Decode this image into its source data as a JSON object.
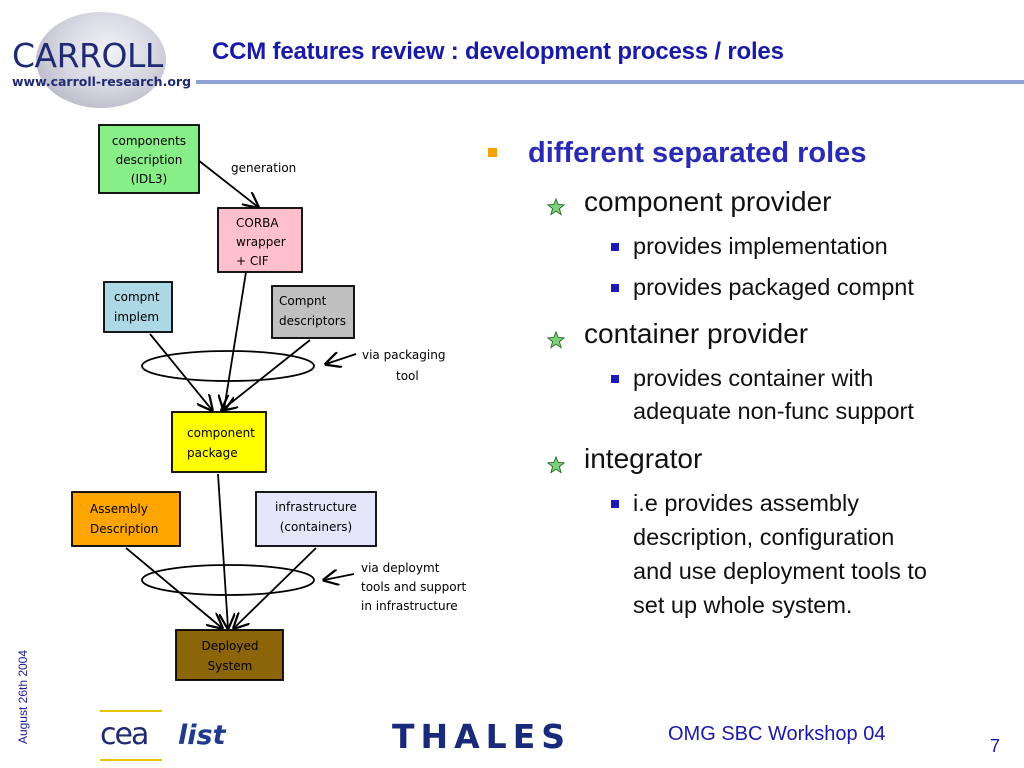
{
  "header": {
    "logo_word": "CARROLL",
    "logo_url": "www.carroll-research.org",
    "title": "CCM features review : development process / roles"
  },
  "diagram": {
    "boxes": {
      "components_description": [
        "components",
        "description",
        "(IDL3)"
      ],
      "corba_wrapper": [
        "CORBA",
        "wrapper",
        "+ CIF"
      ],
      "compnt_implem": [
        "compnt",
        "implem"
      ],
      "compnt_descriptors": [
        "Compnt",
        "descriptors"
      ],
      "component_package": [
        "component",
        "package"
      ],
      "assembly_description": [
        "Assembly",
        "Description"
      ],
      "infrastructure": [
        "infrastructure",
        "(containers)"
      ],
      "deployed_system": [
        "Deployed",
        "System"
      ]
    },
    "labels": {
      "generation": "generation",
      "via_packaging": [
        "via packaging",
        "tool"
      ],
      "via_deploymt": [
        "via deploymt",
        "tools and support",
        "in infrastructure"
      ]
    },
    "colors": {
      "green": "#88ee88",
      "pink": "#ffc0cb",
      "lightblue": "#add8e6",
      "gray": "#c0c0c0",
      "yellow": "#ffff00",
      "orange": "#ffa500",
      "lavender": "#e6e6fa",
      "brown": "#8b6508"
    }
  },
  "bullets": {
    "main": "different separated roles",
    "roles": [
      {
        "label": "component provider",
        "items": [
          "provides implementation",
          "provides packaged compnt"
        ]
      },
      {
        "label": "container provider",
        "items": [
          "provides container with",
          "adequate non-func support"
        ]
      },
      {
        "label": "integrator",
        "items": [
          "i.e provides assembly",
          "description, configuration",
          "and use deployment tools to",
          "set up whole system."
        ]
      }
    ]
  },
  "footer": {
    "date": "August 26th  2004",
    "cea": "cea",
    "list": "list",
    "thales": "THALES",
    "event": "OMG SBC Workshop 04",
    "page": "7"
  }
}
